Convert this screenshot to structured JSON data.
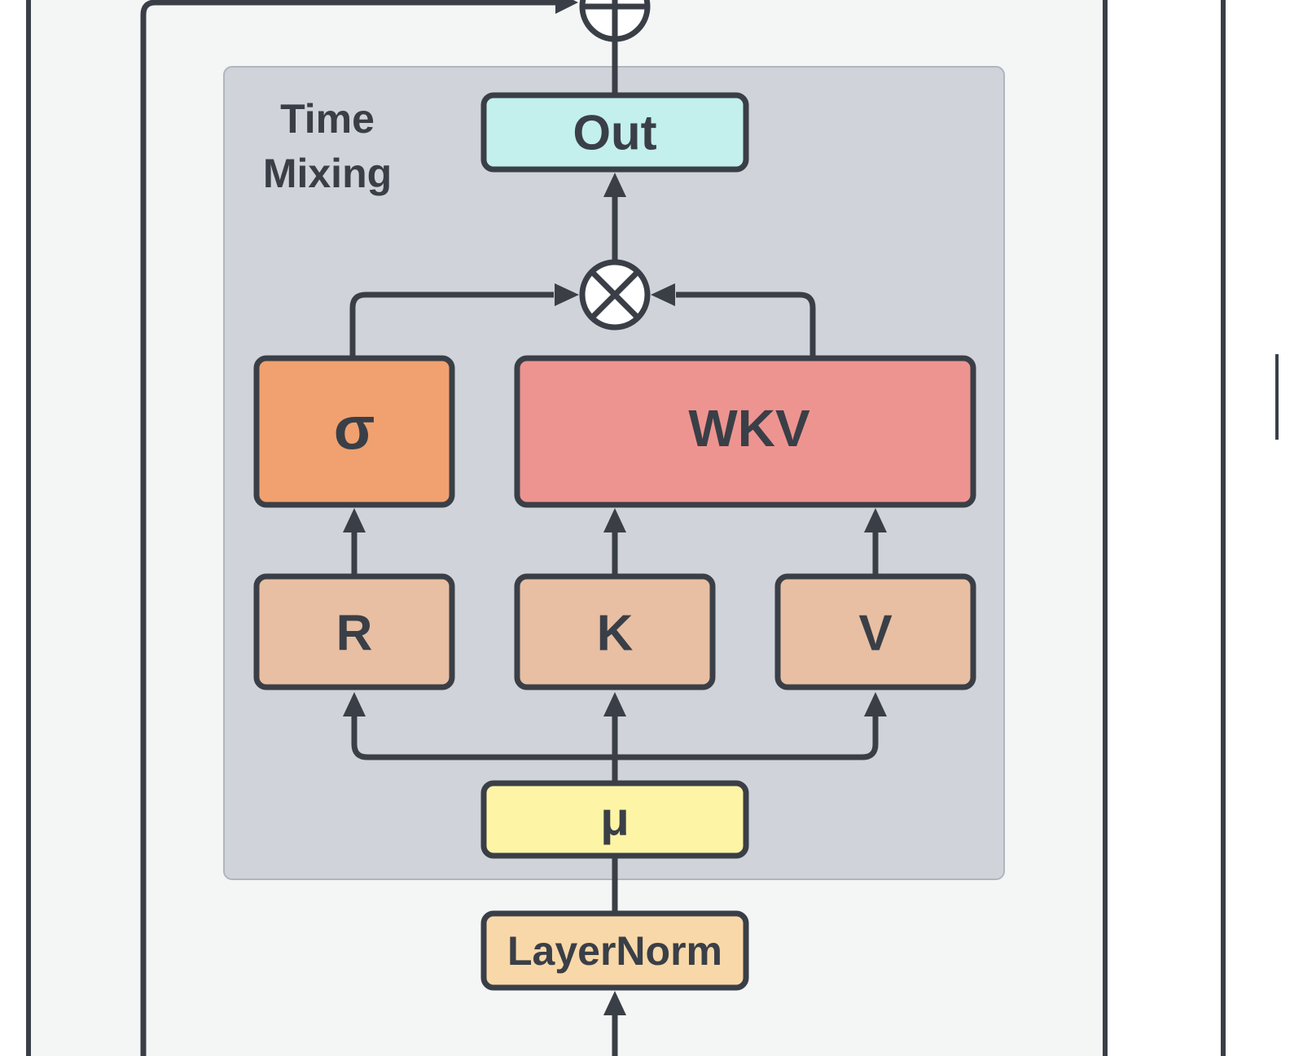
{
  "diagram": {
    "group_title_line1": "Time",
    "group_title_line2": "Mixing",
    "nodes": {
      "out": {
        "label": "Out",
        "color": "#c3efec"
      },
      "sigma": {
        "label": "σ",
        "color": "#f0a16f"
      },
      "wkv": {
        "label": "WKV",
        "color": "#ee9490"
      },
      "r": {
        "label": "R",
        "color": "#e8bfa3"
      },
      "k": {
        "label": "K",
        "color": "#e8bfa3"
      },
      "v": {
        "label": "V",
        "color": "#e8bfa3"
      },
      "mu": {
        "label": "μ",
        "color": "#fdf4a6"
      },
      "layernorm": {
        "label": "LayerNorm",
        "color": "#f8d8a8"
      }
    },
    "operators": {
      "add": "⊕",
      "multiply": "⊗"
    },
    "colors": {
      "outer_block": "#f4f5f5",
      "group_panel": "#d0d4da",
      "stroke": "#3a3f47"
    }
  }
}
